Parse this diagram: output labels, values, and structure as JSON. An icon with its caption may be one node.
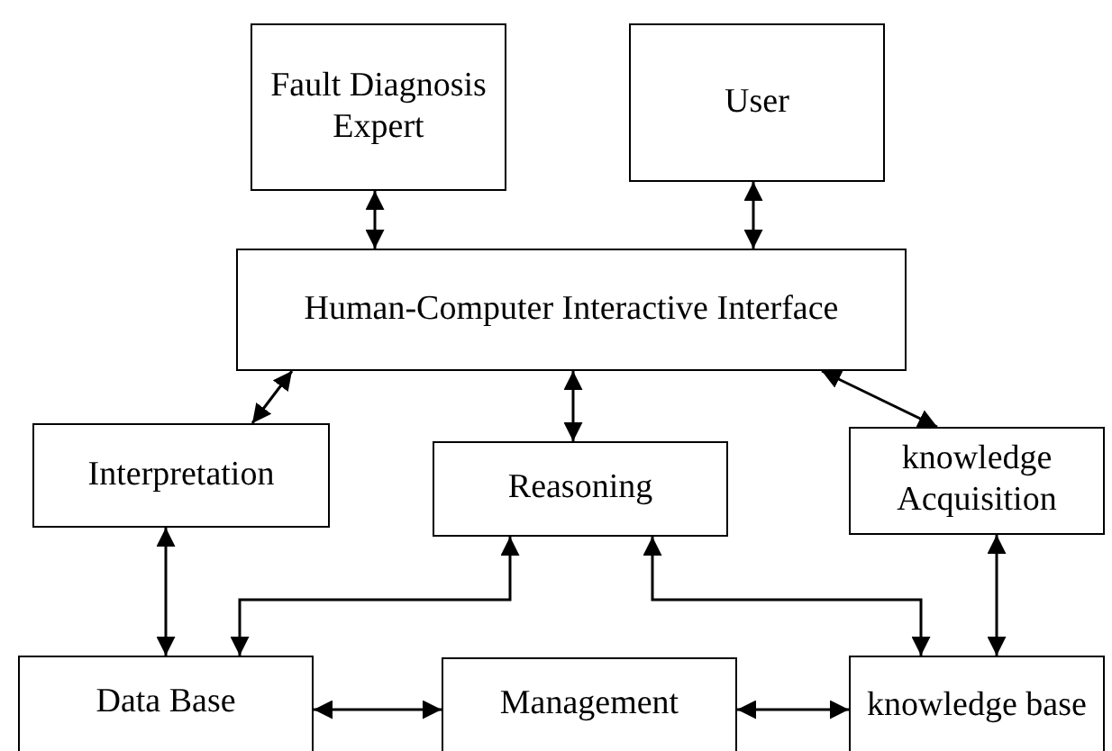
{
  "diagram": {
    "nodes": [
      {
        "text": [
          "Fault Diagnosis Expert"
        ]
      },
      {
        "text": [
          "User"
        ]
      },
      {
        "text": [
          "Human-Computer Interactive Interface"
        ]
      },
      {
        "text": [
          "Interpretation"
        ]
      },
      {
        "text": [
          "Reasoning"
        ]
      },
      {
        "text": [
          "knowledge Acquisition"
        ]
      },
      {
        "text": [
          "Data Base"
        ]
      },
      {
        "text": [
          "Management"
        ]
      },
      {
        "text": [
          "knowledge base"
        ]
      }
    ],
    "edges": [
      {
        "from": 0,
        "to": 2,
        "arrow": "both"
      },
      {
        "from": 1,
        "to": 2,
        "arrow": "both"
      },
      {
        "from": 3,
        "to": 2,
        "arrow": "both"
      },
      {
        "from": 4,
        "to": 2,
        "arrow": "both"
      },
      {
        "from": 5,
        "to": 2,
        "arrow": "both"
      },
      {
        "from": 3,
        "to": 6,
        "arrow": "both"
      },
      {
        "from": 6,
        "to": 4,
        "arrow": "both"
      },
      {
        "from": 4,
        "to": 8,
        "arrow": "both"
      },
      {
        "from": 5,
        "to": 8,
        "arrow": "both"
      },
      {
        "from": 6,
        "to": 7,
        "arrow": "both"
      },
      {
        "from": 7,
        "to": 8,
        "arrow": "both"
      }
    ]
  }
}
